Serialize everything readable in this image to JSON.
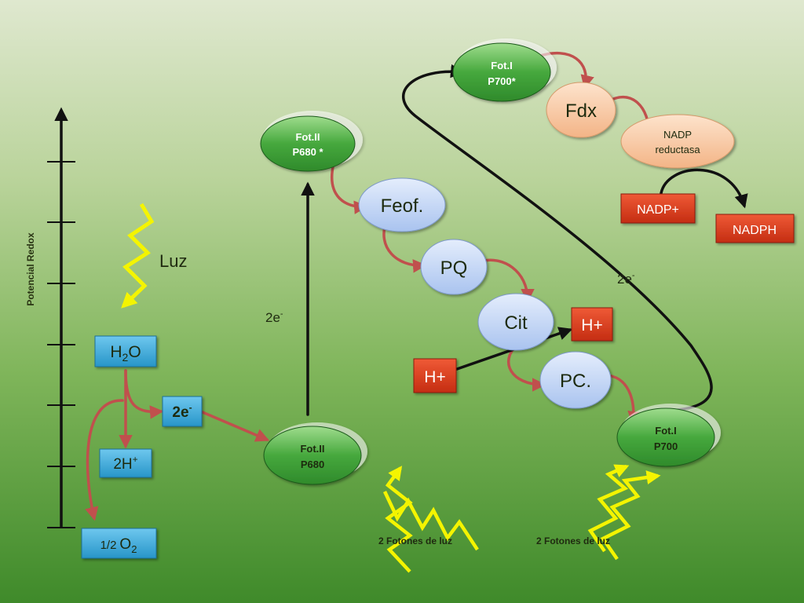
{
  "axis": {
    "label": "Potencial Redox"
  },
  "light": {
    "label": "Luz"
  },
  "photosystems": {
    "ps2_excited": {
      "line1": "Fot.II",
      "line2": "P680 *"
    },
    "ps2": {
      "line1": "Fot.II",
      "line2": "P680"
    },
    "ps1_excited": {
      "line1": "Fot.I",
      "line2": "P700*"
    },
    "ps1": {
      "line1": "Fot.I",
      "line2": "P700"
    }
  },
  "carriers": {
    "feofitina": "Feof.",
    "plastoquinona": "PQ",
    "citocromo": "Cit",
    "plastocianina": "PC.",
    "ferredoxina": "Fdx",
    "nadp_reductasa": {
      "line1": "NADP",
      "line2": "reductasa"
    }
  },
  "boxes": {
    "water": {
      "base": "H",
      "sub": "2",
      "rest": "O"
    },
    "electrons_left": {
      "base": "2e",
      "sup": "-"
    },
    "protons_water": {
      "base": "2H",
      "sup": "+"
    },
    "oxygen": {
      "fraction": "1/2",
      "base": "O",
      "sub": "2"
    },
    "proton_in": "H+",
    "proton_out": "H+",
    "nadp_plus": "NADP+",
    "nadph": "NADPH"
  },
  "labels": {
    "electrons_ps2": {
      "base": "2e",
      "sup": "-"
    },
    "electrons_ps1": {
      "base": "2e",
      "sup": "-"
    },
    "photons_ps2": "2 Fotones de luz",
    "photons_ps1": "2 Fotones de luz"
  },
  "colors": {
    "photosystem_fill": "#3f9a3a",
    "carrier_fill": "#c7d8f7",
    "fdx_fill": "#f7c9a4",
    "cyan_box": "#3ba9d9",
    "red_box": "#d93a1c",
    "red_arrow": "#c0504d",
    "black_arrow": "#111111",
    "lightning": "#f4f400"
  }
}
